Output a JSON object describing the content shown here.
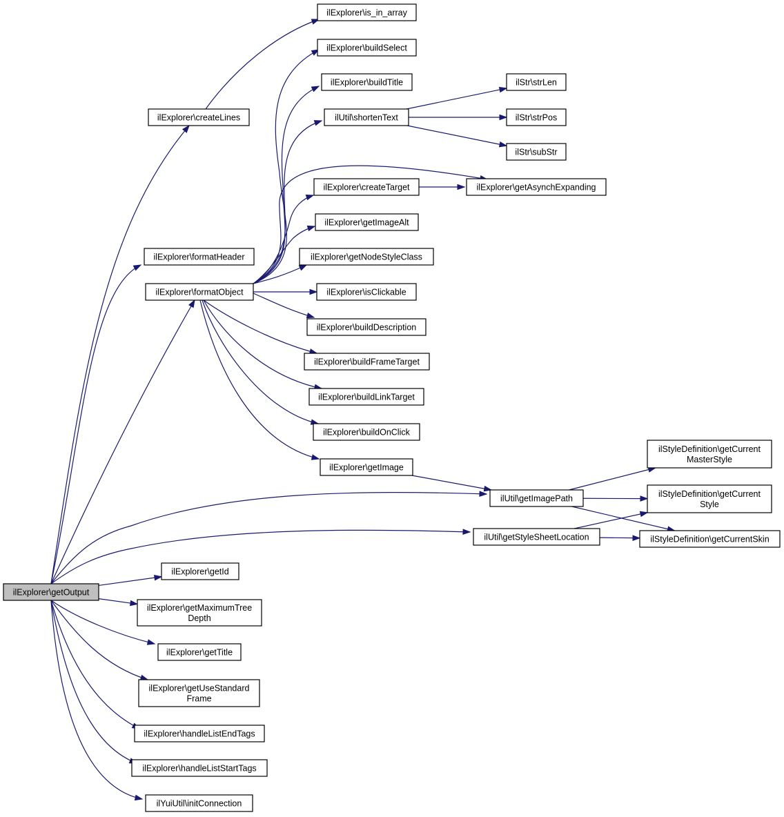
{
  "nodes": [
    {
      "id": "getOutput",
      "lines": [
        "ilExplorer\\getOutput"
      ],
      "root": true
    },
    {
      "id": "is_in_array",
      "lines": [
        "ilExplorer\\is_in_array"
      ]
    },
    {
      "id": "buildSelect",
      "lines": [
        "ilExplorer\\buildSelect"
      ]
    },
    {
      "id": "createLines",
      "lines": [
        "ilExplorer\\createLines"
      ]
    },
    {
      "id": "buildTitle",
      "lines": [
        "ilExplorer\\buildTitle"
      ]
    },
    {
      "id": "shortenText",
      "lines": [
        "ilUtil\\shortenText"
      ]
    },
    {
      "id": "strLen",
      "lines": [
        "ilStr\\strLen"
      ]
    },
    {
      "id": "strPos",
      "lines": [
        "ilStr\\strPos"
      ]
    },
    {
      "id": "subStr",
      "lines": [
        "ilStr\\subStr"
      ]
    },
    {
      "id": "createTarget",
      "lines": [
        "ilExplorer\\createTarget"
      ]
    },
    {
      "id": "getAsynchExpanding",
      "lines": [
        "ilExplorer\\getAsynchExpanding"
      ]
    },
    {
      "id": "getImageAlt",
      "lines": [
        "ilExplorer\\getImageAlt"
      ]
    },
    {
      "id": "formatHeader",
      "lines": [
        "ilExplorer\\formatHeader"
      ]
    },
    {
      "id": "getNodeStyleClass",
      "lines": [
        "ilExplorer\\getNodeStyleClass"
      ]
    },
    {
      "id": "formatObject",
      "lines": [
        "ilExplorer\\formatObject"
      ]
    },
    {
      "id": "isClickable",
      "lines": [
        "ilExplorer\\isClickable"
      ]
    },
    {
      "id": "buildDescription",
      "lines": [
        "ilExplorer\\buildDescription"
      ]
    },
    {
      "id": "buildFrameTarget",
      "lines": [
        "ilExplorer\\buildFrameTarget"
      ]
    },
    {
      "id": "buildLinkTarget",
      "lines": [
        "ilExplorer\\buildLinkTarget"
      ]
    },
    {
      "id": "buildOnClick",
      "lines": [
        "ilExplorer\\buildOnClick"
      ]
    },
    {
      "id": "getCurrentMasterStyle",
      "lines": [
        "ilStyleDefinition\\getCurrent",
        "MasterStyle"
      ]
    },
    {
      "id": "getImage",
      "lines": [
        "ilExplorer\\getImage"
      ]
    },
    {
      "id": "getImagePath",
      "lines": [
        "ilUtil\\getImagePath"
      ]
    },
    {
      "id": "getCurrentStyle",
      "lines": [
        "ilStyleDefinition\\getCurrent",
        "Style"
      ]
    },
    {
      "id": "getStyleSheetLocation",
      "lines": [
        "ilUtil\\getStyleSheetLocation"
      ]
    },
    {
      "id": "getCurrentSkin",
      "lines": [
        "ilStyleDefinition\\getCurrentSkin"
      ]
    },
    {
      "id": "getId",
      "lines": [
        "ilExplorer\\getId"
      ]
    },
    {
      "id": "getMaximumTreeDepth",
      "lines": [
        "ilExplorer\\getMaximumTree",
        "Depth"
      ]
    },
    {
      "id": "getTitle",
      "lines": [
        "ilExplorer\\getTitle"
      ]
    },
    {
      "id": "getUseStandardFrame",
      "lines": [
        "ilExplorer\\getUseStandard",
        "Frame"
      ]
    },
    {
      "id": "handleListEndTags",
      "lines": [
        "ilExplorer\\handleListEndTags"
      ]
    },
    {
      "id": "handleListStartTags",
      "lines": [
        "ilExplorer\\handleListStartTags"
      ]
    },
    {
      "id": "initConnection",
      "lines": [
        "ilYuiUtil\\initConnection"
      ]
    }
  ],
  "edges": [
    [
      "getOutput",
      "createLines"
    ],
    [
      "getOutput",
      "formatHeader"
    ],
    [
      "getOutput",
      "formatObject"
    ],
    [
      "getOutput",
      "getImagePath"
    ],
    [
      "getOutput",
      "getStyleSheetLocation"
    ],
    [
      "getOutput",
      "getId"
    ],
    [
      "getOutput",
      "getMaximumTreeDepth"
    ],
    [
      "getOutput",
      "getTitle"
    ],
    [
      "getOutput",
      "getUseStandardFrame"
    ],
    [
      "getOutput",
      "handleListEndTags"
    ],
    [
      "getOutput",
      "handleListStartTags"
    ],
    [
      "getOutput",
      "initConnection"
    ],
    [
      "createLines",
      "is_in_array"
    ],
    [
      "formatObject",
      "buildSelect"
    ],
    [
      "formatObject",
      "buildTitle"
    ],
    [
      "formatObject",
      "shortenText"
    ],
    [
      "formatObject",
      "getAsynchExpanding"
    ],
    [
      "formatObject",
      "createTarget"
    ],
    [
      "formatObject",
      "getImageAlt"
    ],
    [
      "formatObject",
      "getNodeStyleClass"
    ],
    [
      "formatObject",
      "isClickable"
    ],
    [
      "formatObject",
      "buildDescription"
    ],
    [
      "formatObject",
      "buildFrameTarget"
    ],
    [
      "formatObject",
      "buildLinkTarget"
    ],
    [
      "formatObject",
      "buildOnClick"
    ],
    [
      "formatObject",
      "getImage"
    ],
    [
      "shortenText",
      "strLen"
    ],
    [
      "shortenText",
      "strPos"
    ],
    [
      "shortenText",
      "subStr"
    ],
    [
      "createTarget",
      "getAsynchExpanding"
    ],
    [
      "getImage",
      "getImagePath"
    ],
    [
      "getImagePath",
      "getCurrentMasterStyle"
    ],
    [
      "getImagePath",
      "getCurrentStyle"
    ],
    [
      "getImagePath",
      "getCurrentSkin"
    ],
    [
      "getStyleSheetLocation",
      "getCurrentStyle"
    ],
    [
      "getStyleSheetLocation",
      "getCurrentSkin"
    ]
  ],
  "colors": {
    "edge": "#191970",
    "root_fill": "#bfbfbf",
    "node_fill": "#ffffff",
    "border": "#000000"
  }
}
